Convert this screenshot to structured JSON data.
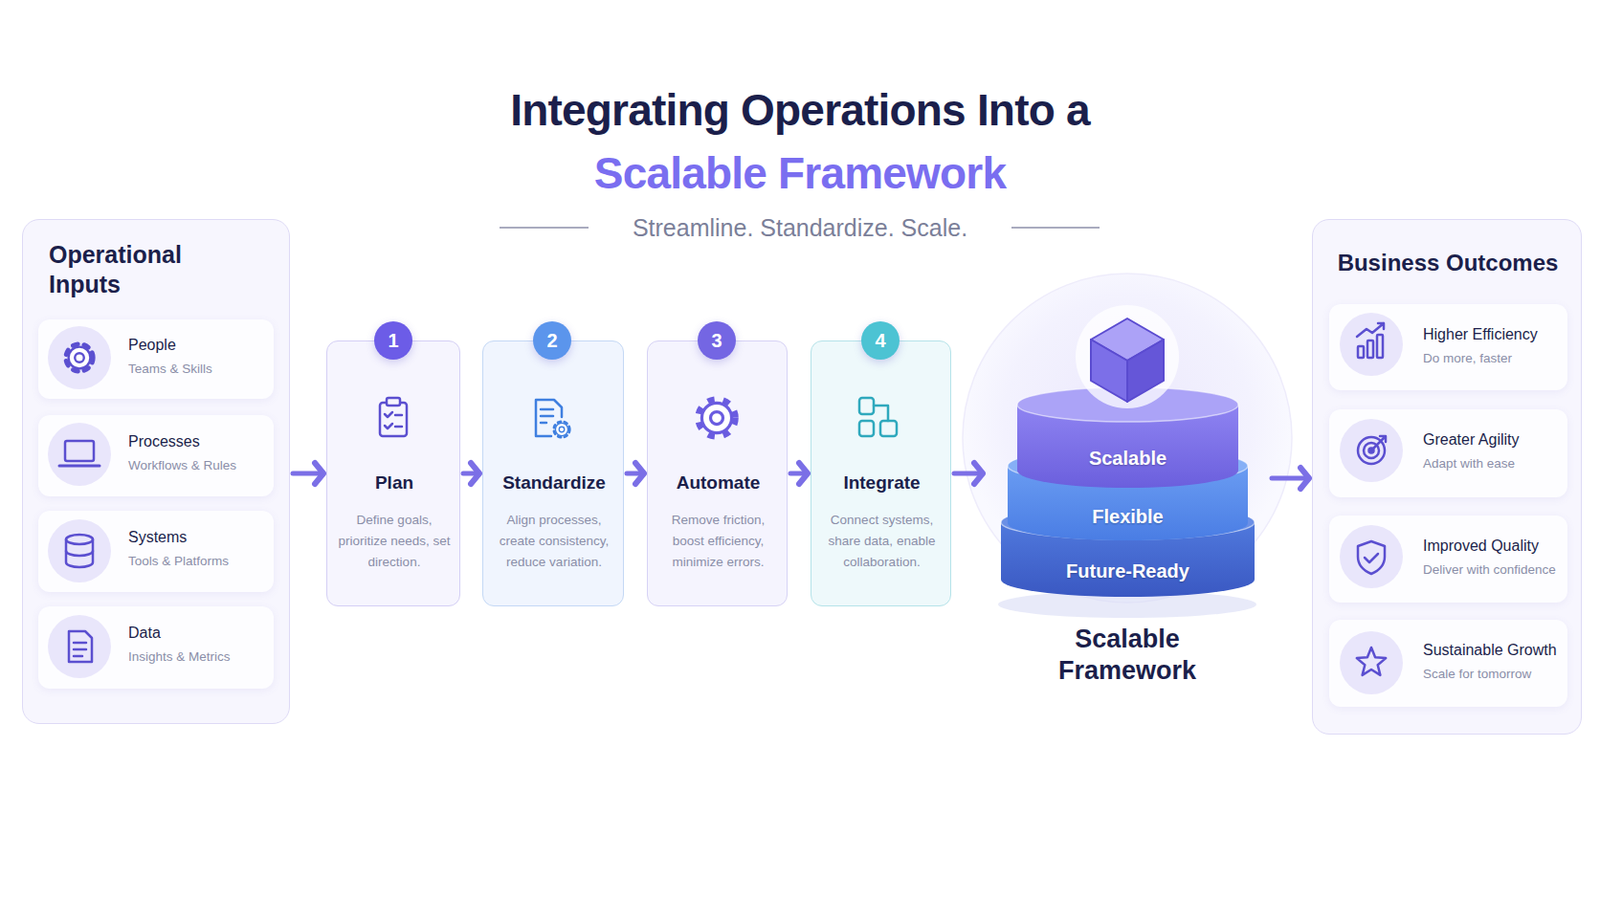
{
  "diagram": {
    "title": "Integrating Operations Into a",
    "nodes": [
      {
        "text": [
          "Operational Inputs"
        ]
      },
      {
        "text": [
          "People",
          "Teams & Skills"
        ],
        "in": 0
      },
      {
        "text": [
          "Processes",
          "Workflows & Rules"
        ],
        "in": 0
      },
      {
        "text": [
          "Systems",
          "Tools & Platforms"
        ],
        "in": 0
      },
      {
        "text": [
          "Data",
          "Insights & Metrics"
        ],
        "in": 0
      },
      {
        "text": [
          "1"
        ]
      },
      {
        "text": [
          "Plan",
          "Define goals, prioritize needs, set direction."
        ]
      },
      {
        "text": [
          "2"
        ]
      },
      {
        "text": [
          "Standardize",
          "Align processes, create consistency, reduce variation."
        ]
      },
      {
        "text": [
          "3"
        ]
      },
      {
        "text": [
          "Automate",
          "Remove friction, boost efficiency, minimize errors."
        ]
      },
      {
        "text": [
          "4"
        ]
      },
      {
        "text": [
          "Integrate",
          "Connect systems, share data, enable collaboration."
        ]
      },
      {
        "text": [
          "Scalable Framework"
        ]
      },
      {
        "text": [
          "Scalable"
        ],
        "in": 13
      },
      {
        "text": [
          "Flexible"
        ],
        "in": 13
      },
      {
        "text": [
          "Future-Ready"
        ],
        "in": 13
      },
      {
        "text": [
          "Business Outcomes"
        ]
      },
      {
        "text": [
          "Higher Efficiency",
          "Do more, faster"
        ],
        "in": 17
      },
      {
        "text": [
          "Greater Agility",
          "Adapt with ease"
        ],
        "in": 17
      },
      {
        "text": [
          "Improved Quality",
          "Deliver with confidence"
        ],
        "in": 17
      },
      {
        "text": [
          "Sustainable Growth",
          "Scale for tomorrow"
        ],
        "in": 17
      }
    ],
    "edges": [
      {
        "from": 0,
        "to": 6,
        "arrow": "to"
      },
      {
        "from": 6,
        "to": 8,
        "arrow": "to"
      },
      {
        "from": 8,
        "to": 10,
        "arrow": "to"
      },
      {
        "from": 10,
        "to": 12,
        "arrow": "to"
      },
      {
        "from": 12,
        "to": 13,
        "arrow": "to"
      },
      {
        "from": 13,
        "to": 17,
        "arrow": "to"
      }
    ],
    "labels": [
      "Scalable Framework",
      "Streamline. Standardize. Scale."
    ]
  }
}
